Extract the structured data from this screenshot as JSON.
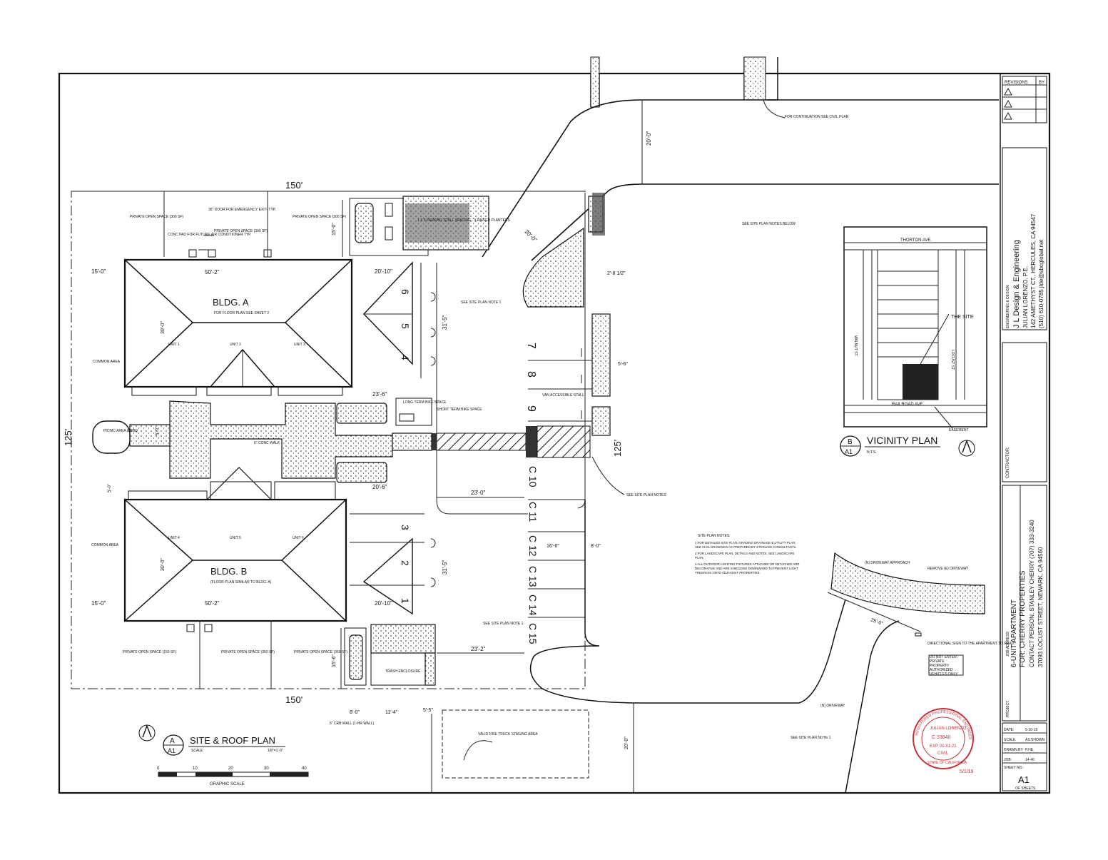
{
  "dimensions": {
    "top_width": "150'",
    "bottom_width": "150'",
    "left_depth": "125'",
    "right_depth": "125'",
    "bldg_a_width": "50'-2\"",
    "bldg_b_width": "50'-2\"",
    "setback_a": "15'-0\"",
    "setback_b": "15'-0\"",
    "bldg_depth_a": "30'-0\"",
    "bldg_depth_b": "30'-0\"",
    "rear_a": "15'-0\"",
    "rear_b": "15'-6\"",
    "aisle_top": "20'-10\"",
    "aisle_bottom": "20'-10\"",
    "parking_depth_a": "31'-5\"",
    "parking_depth_b": "31'-5\"",
    "walk_a": "23'-6\"",
    "walk_b": "20'-6\"",
    "drive_a": "23'-0\"",
    "drive_b": "23'-2\"",
    "stall_width": "16'-0\"",
    "stall_8": "8'-0\"",
    "right_setback": "2'-8 1/2\"",
    "right_stall": "5'-6\"",
    "drive_width_top": "20'-0\"",
    "drive_diag": "20'-0\"",
    "drive_bottom": "20'-0\"",
    "approach_width": "25'-0\"",
    "trash_w1": "8'-0\"",
    "trash_w2": "11'-4\"",
    "trash_w3": "5'-5\"",
    "walk_width": "5'-0\"",
    "left_walk": "5'-0\"",
    "curb_wall": "6\" CRB WALL (1-HR WALL)"
  },
  "labels": {
    "bldg_a": "BLDG. A",
    "bldg_a_note": "FOR FLOOR PLAN SEE SHEET 2",
    "bldg_b": "BLDG. B",
    "bldg_b_note": "(FLOOR PLAN SIMILAR TO BLDG. A)",
    "unit1": "UNIT 1",
    "unit2": "UNIT 2",
    "unit3": "UNIT 3",
    "unit4": "UNIT 4",
    "unit5": "UNIT 5",
    "unit6": "UNIT 6",
    "common_a": "COMMON AREA",
    "common_b": "COMMON AREA",
    "private_1": "PRIVATE OPEN SPACE (300 SF)",
    "private_2": "PRIVATE OPEN SPACE (300 SF)",
    "private_3": "PRIVATE OPEN SPACE (300 SF)",
    "private_4": "PRIVATE OPEN SPACE (150 SF)",
    "private_5": "PRIVATE OPEN SPACE (350 SF)",
    "private_6": "PRIVATE OPEN SPACE (350 SF)",
    "emergency_exit": "36\" DOOR FOR EMERGENCY EXIT- TYP.",
    "ac_pad": "CONC PAD FOR FUTURE AIR CONDITIONER TYP.",
    "parking_note": "1 X 5 PARKING STALL SPACING - 3 RAISED PLANTERS",
    "picnic": "PICNIC AREA & BBQ",
    "conc_walk": "6\" CONC WALK",
    "long_term_bike": "LONG TERM BIKE SPACE",
    "short_term_bike": "SHORT TERM BIKE SPACE",
    "van_stall": "VAN ACCESSIBLE STALL",
    "trash": "TRASH ENCLOSURE",
    "fire_truck": "VALID FIRE TRUCK STAGING AREA",
    "see_site_plan_1": "SEE SITE PLAN NOTE 1",
    "see_site_plan_2": "SEE SITE PLAN NOTE 1",
    "see_site_plan_3": "SEE SITE PLAN NOTE 1",
    "see_site_plan_notes_top": "SEE SITE PLAN NOTES BELOW",
    "see_site_plan_notes": "SEE SITE PLAN NOTES",
    "for_continuation": "FOR CONTINUATION SEE CIVIL PLAN",
    "driveway_approach": "(N) DRIVEWAY APPROACH",
    "remove_driveway": "REMOVE (E) DRIVEWAY",
    "driveway": "(N) DRIVEWAY",
    "directional_sign": "DIRECTIONAL SIGN TO THE APARTMENT TO READ:",
    "do_not_enter": "DO NOT ENTER: PRIVATE PROPERTY AUTHORIZED VEHICLES ONLY"
  },
  "stalls": [
    "6",
    "5",
    "4",
    "7",
    "8",
    "9",
    "3",
    "2",
    "1",
    "C 10",
    "C 11",
    "C 12",
    "C 13",
    "C 14",
    "C 15"
  ],
  "site_notes": {
    "title": "SITE PLAN NOTES:",
    "items": [
      "1  FOR DETAILED SITE PLAN, GRADING DRAINAGE & UTILITY PLAN, SEE CIVIL DRAWINGS AS PREPARED BY STERLING CONSULTANTS.",
      "2  FOR LANDSCAPE PLAN, DETAILS AND NOTES, SEE LANDSCAPE PLAN.",
      "3  ALL OUTDOOR LIGHTING FIXTURES ATTACHED OR DETACHED ARE DECORATIVE AND ARE SHIELDING DOWNWARD TO PREVENT LIGHT TRESPASS ONTO ADJACENT PROPERTIES."
    ]
  },
  "vicinity": {
    "streets": [
      "THORTON AVE.",
      "WALNUT ST.",
      "LOCUST ST.",
      "RAILROAD AVE."
    ],
    "the_site": "THE SITE",
    "easement": "EASEMENT",
    "tag_letter": "B",
    "tag_sheet": "A1",
    "title": "VICINITY PLAN",
    "scale": "N.T.S."
  },
  "site_title": {
    "tag_letter": "A",
    "tag_sheet": "A1",
    "title": "SITE & ROOF PLAN",
    "scale_label": "SCALE",
    "scale": "1/8\"=1'-0\""
  },
  "graphic_scale": {
    "ticks": [
      "0",
      "10",
      "20",
      "30",
      "40"
    ],
    "label": "GRAPHIC SCALE"
  },
  "title_block": {
    "revisions": "REVISIONS",
    "by": "BY",
    "engineering_label": "ENGINEERING & DESIGN:",
    "firm": "J L Design & Engineering",
    "engineer": "JULIAN LORENZO, P.E.",
    "address": "142 AMETHYST CT., HERCULES, CA 94547",
    "phone": "(510) 610-0785  jlde@sbcglobal.net",
    "contractor": "CONTRACTOR:",
    "project_label": "PROJECT:",
    "project_title": "6-UNIT APARTMENT",
    "client": "FOR: CHERRY PROPERTIES",
    "contact": "CONTACT PERSON: STANLEY CHERRY  (707) 333-3240",
    "job_address": "37093 LOCUST STREET, NEWARK, CA 94560",
    "job_address_label": "JOB ADDRESS",
    "date_label": "DATE:",
    "date": "5-10-19",
    "scale_label": "SCALE",
    "scale": "AS SHOWN",
    "drawn_label": "DRAWN BY:",
    "drawn": "P.HE.",
    "job_label": "JOB:",
    "job": "14-40",
    "sheet_label": "SHEET NO.:",
    "sheet": "A1",
    "of_sheets": "OF  SHEETS"
  },
  "stamp": {
    "ring": "REGISTERED PROFESSIONAL ENGINEER",
    "name": "JULIAN LORENZO",
    "number": "C 33840",
    "exp": "EXP 03-31-21",
    "type": "CIVIL",
    "state": "STATE OF CALIFORNIA",
    "signed": "5/1/19"
  },
  "colors": {
    "ink": "#111111",
    "stamp": "#c4323a"
  }
}
